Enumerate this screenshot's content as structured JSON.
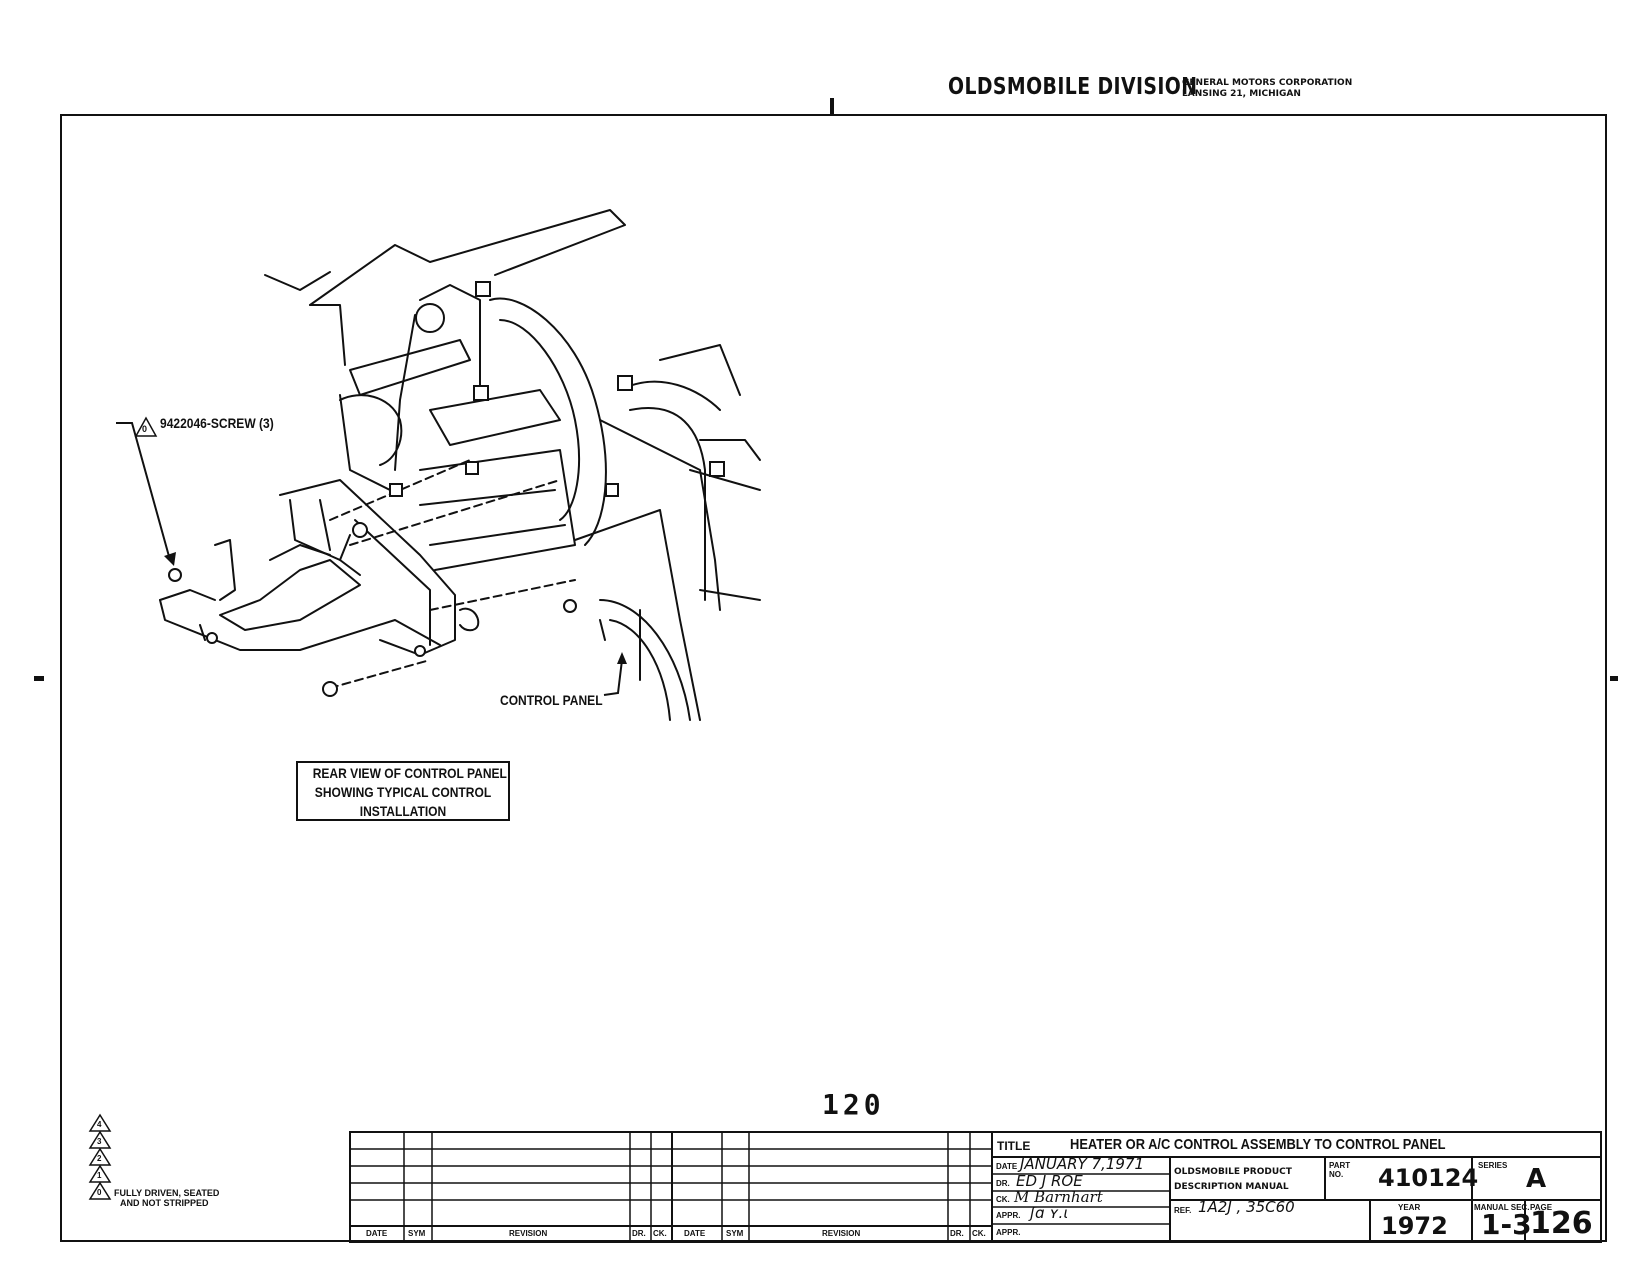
{
  "header": {
    "division": "OLDSMOBILE DIVISION",
    "corp_line1": "GENERAL MOTORS CORPORATION",
    "corp_line2": "LANSING 21, MICHIGAN"
  },
  "drawing": {
    "screw_note_symbol": "0",
    "screw_label": "9422046-SCREW (3)",
    "control_panel_label": "CONTROL PANEL",
    "caption_lines": [
      "REAR VIEW OF CONTROL PANEL",
      "SHOWING TYPICAL CONTROL",
      "INSTALLATION"
    ]
  },
  "page_center_number": "120",
  "notes": {
    "symbols": [
      "4",
      "3",
      "2",
      "1",
      "0"
    ],
    "text_line1": "FULLY DRIVEN, SEATED",
    "text_line2": "AND NOT STRIPPED"
  },
  "revision_block": {
    "headers": [
      "DATE",
      "SYM",
      "REVISION",
      "DR.",
      "CK.",
      "DATE",
      "SYM",
      "REVISION",
      "DR.",
      "CK."
    ]
  },
  "title_block": {
    "title_label": "TITLE",
    "title": "HEATER OR A/C CONTROL ASSEMBLY TO CONTROL PANEL",
    "date_label": "DATE",
    "date_value": "JANUARY 7,1971",
    "dr_label": "DR.",
    "dr_value": "ED J ROE",
    "ck_label": "CK.",
    "ck_value": "M Barnhart",
    "appr_label": "APPR.",
    "appr_value": "ʃɑ ʏ.ɩ",
    "appr2_label": "APPR.",
    "manual_line1": "OLDSMOBILE PRODUCT",
    "manual_line2": "DESCRIPTION MANUAL",
    "ref_label": "REF.",
    "ref_value": "1A2J , 35C60",
    "part_label": "PART NO.",
    "part_value": "410124",
    "series_label": "SERIES",
    "series_value": "A",
    "year_label": "YEAR",
    "year_value": "1972",
    "manual_sec_label": "MANUAL SEC.",
    "manual_sec_value": "1-3",
    "page_label": "PAGE",
    "page_value": "126"
  }
}
